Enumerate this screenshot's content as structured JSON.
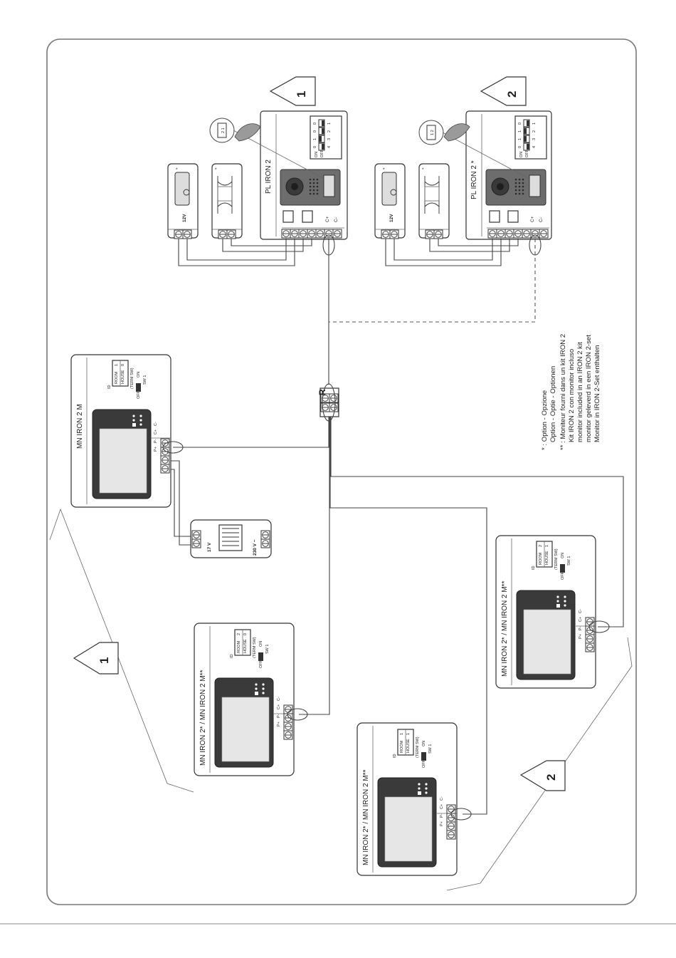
{
  "panels": [
    {
      "model": "PL IRON 2",
      "marker": "1",
      "terminals": {
        "t1": "C+",
        "t2": "C-"
      },
      "dip": {
        "on": "ON",
        "off": "OFF",
        "pos": [
          "1",
          "2",
          "3",
          "4"
        ],
        "vals": [
          "0",
          "0",
          "1",
          "0"
        ]
      },
      "zoom_label": "2 1"
    },
    {
      "model": "PL IRON 2 *",
      "marker": "2",
      "terminals": {
        "t1": "C+",
        "t2": "C-"
      },
      "dip": {
        "on": "ON",
        "off": "OFF",
        "pos": [
          "1",
          "2",
          "3",
          "4"
        ],
        "vals": [
          "0",
          "1",
          "1",
          "0"
        ]
      },
      "zoom_label": "1 2"
    }
  ],
  "lock_voltage": "12V",
  "option_mark": "*",
  "monitors": [
    {
      "name": "MN IRON 2 M",
      "house": "0",
      "room": "1"
    },
    {
      "name": "MN IRON 2* / MN IRON 2 M**",
      "house": "0",
      "room": "2"
    },
    {
      "name": "MN IRON 2* / MN IRON 2 M**",
      "house": "1",
      "room": "1"
    },
    {
      "name": "MN IRON 2* / MN IRON 2 M**",
      "house": "1",
      "room": "2"
    }
  ],
  "monitor_labels": {
    "id": "ID",
    "house": "HOUSE",
    "room": "ROOM",
    "term": "(TERM SW)",
    "off": "OFF",
    "on": "ON",
    "sw": "SW 1",
    "terminals": [
      "P+",
      "P-",
      "C+",
      "C-"
    ]
  },
  "power": {
    "out": "17 V",
    "in": "230 V ~"
  },
  "junction_label": "R",
  "zone_markers": [
    "1",
    "2"
  ],
  "legend": [
    "* : Option - Opzione",
    "Option - Optie - Optionen",
    "** : Moniteur fourni dans un kit IRON 2",
    "Kit IRON 2 con monitor incluso",
    "monitor included in an IRON 2 kit",
    "monitor geleverd in een IRON 2-set",
    "Monitor in IRON 2-Set enthalten"
  ]
}
